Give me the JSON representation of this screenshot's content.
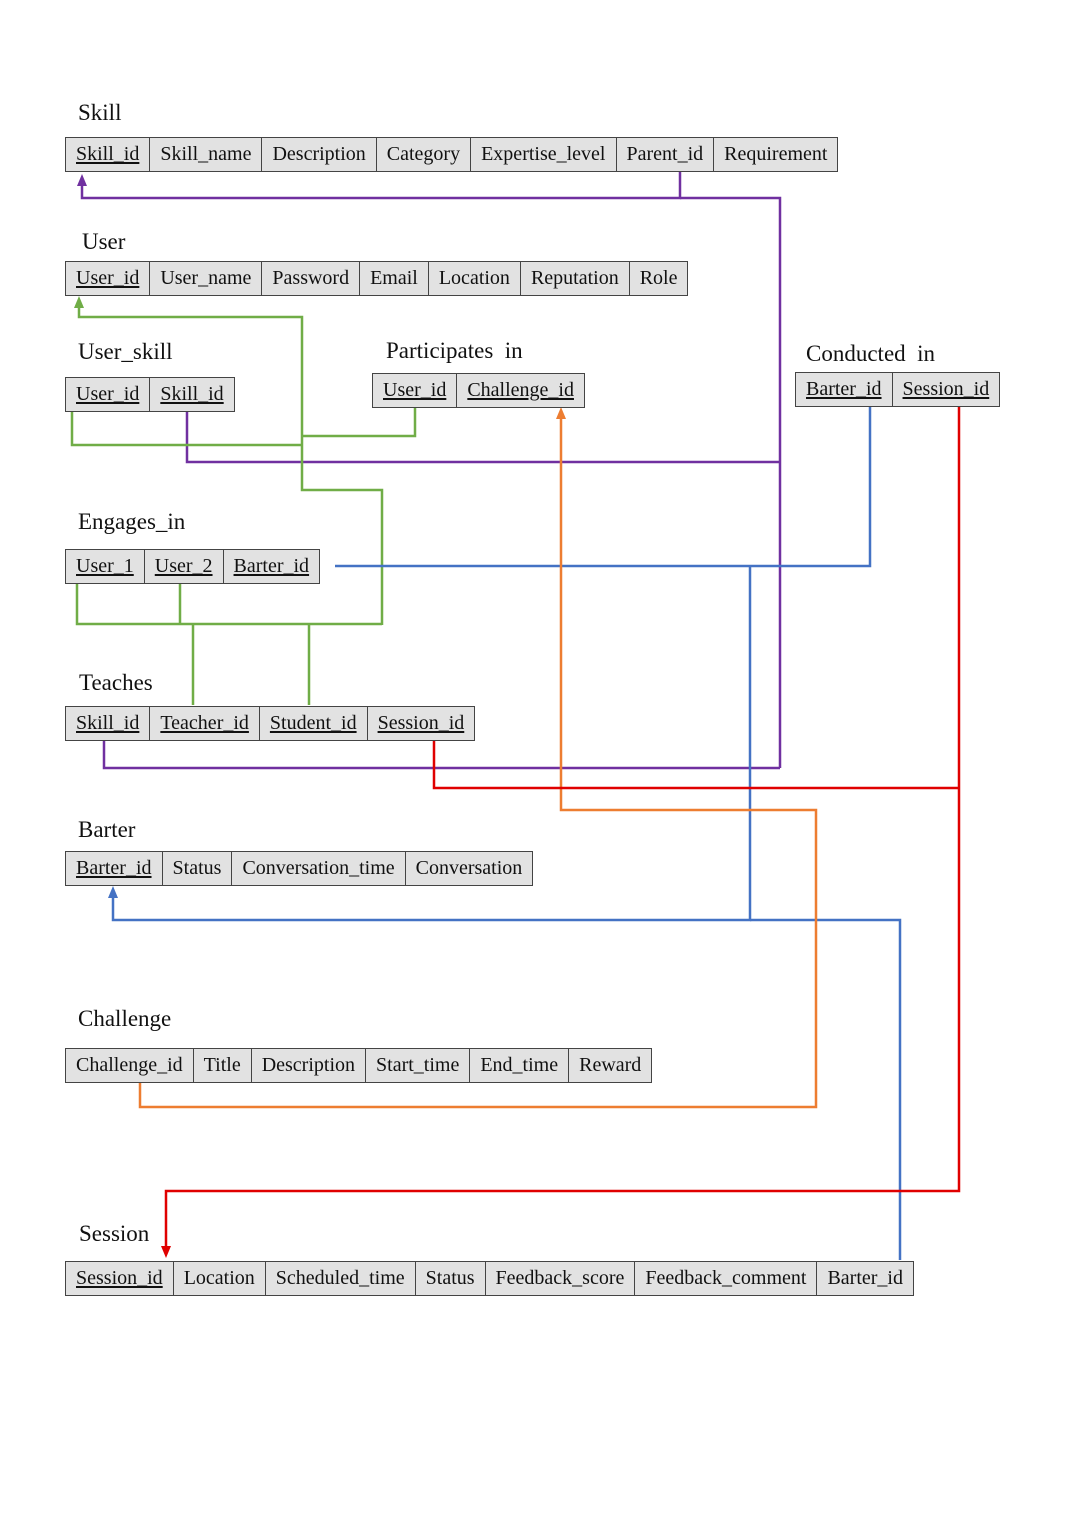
{
  "colors": {
    "skill_link": "#7030a0",
    "user_link": "#70ad47",
    "barter_link": "#4472c4",
    "challenge_link": "#ed7d31",
    "session_link": "#e00000"
  },
  "tables": {
    "skill": {
      "name": "Skill",
      "attributes": [
        {
          "label": "Skill_id",
          "key": true
        },
        {
          "label": "Skill_name",
          "key": false
        },
        {
          "label": "Description",
          "key": false
        },
        {
          "label": "Category",
          "key": false
        },
        {
          "label": "Expertise_level",
          "key": false
        },
        {
          "label": "Parent_id",
          "key": false
        },
        {
          "label": "Requirement",
          "key": false
        }
      ]
    },
    "user": {
      "name": "User",
      "attributes": [
        {
          "label": "User_id",
          "key": true
        },
        {
          "label": "User_name",
          "key": false
        },
        {
          "label": "Password",
          "key": false
        },
        {
          "label": "Email",
          "key": false
        },
        {
          "label": "Location",
          "key": false
        },
        {
          "label": "Reputation",
          "key": false
        },
        {
          "label": "Role",
          "key": false
        }
      ]
    },
    "user_skill": {
      "name": "User_skill",
      "attributes": [
        {
          "label": "User_id",
          "key": true
        },
        {
          "label": "Skill_id",
          "key": true
        }
      ]
    },
    "participates_in": {
      "name": "Participates  in",
      "attributes": [
        {
          "label": "User_id",
          "key": true
        },
        {
          "label": "Challenge_id",
          "key": true
        }
      ]
    },
    "conducted_in": {
      "name": "Conducted  in",
      "attributes": [
        {
          "label": "Barter_id",
          "key": true
        },
        {
          "label": "Session_id",
          "key": true
        }
      ]
    },
    "engages_in": {
      "name": "Engages_in",
      "attributes": [
        {
          "label": "User_1",
          "key": true
        },
        {
          "label": "User_2",
          "key": true
        },
        {
          "label": "Barter_id",
          "key": true
        }
      ]
    },
    "teaches": {
      "name": "Teaches",
      "attributes": [
        {
          "label": "Skill_id",
          "key": true
        },
        {
          "label": "Teacher_id",
          "key": true
        },
        {
          "label": "Student_id",
          "key": true
        },
        {
          "label": "Session_id",
          "key": true
        }
      ]
    },
    "barter": {
      "name": "Barter",
      "attributes": [
        {
          "label": "Barter_id",
          "key": true
        },
        {
          "label": "Status",
          "key": false
        },
        {
          "label": "Conversation_time",
          "key": false
        },
        {
          "label": "Conversation",
          "key": false
        }
      ]
    },
    "challenge": {
      "name": "Challenge",
      "attributes": [
        {
          "label": "Challenge_id",
          "key": false
        },
        {
          "label": "Title",
          "key": false
        },
        {
          "label": "Description",
          "key": false
        },
        {
          "label": "Start_time",
          "key": false
        },
        {
          "label": "End_time",
          "key": false
        },
        {
          "label": "Reward",
          "key": false
        }
      ]
    },
    "session": {
      "name": "Session",
      "attributes": [
        {
          "label": "Session_id",
          "key": true
        },
        {
          "label": "Location",
          "key": false
        },
        {
          "label": "Scheduled_time",
          "key": false
        },
        {
          "label": "Status",
          "key": false
        },
        {
          "label": "Feedback_score",
          "key": false
        },
        {
          "label": "Feedback_comment",
          "key": false
        },
        {
          "label": "Barter_id",
          "key": false
        }
      ]
    }
  }
}
